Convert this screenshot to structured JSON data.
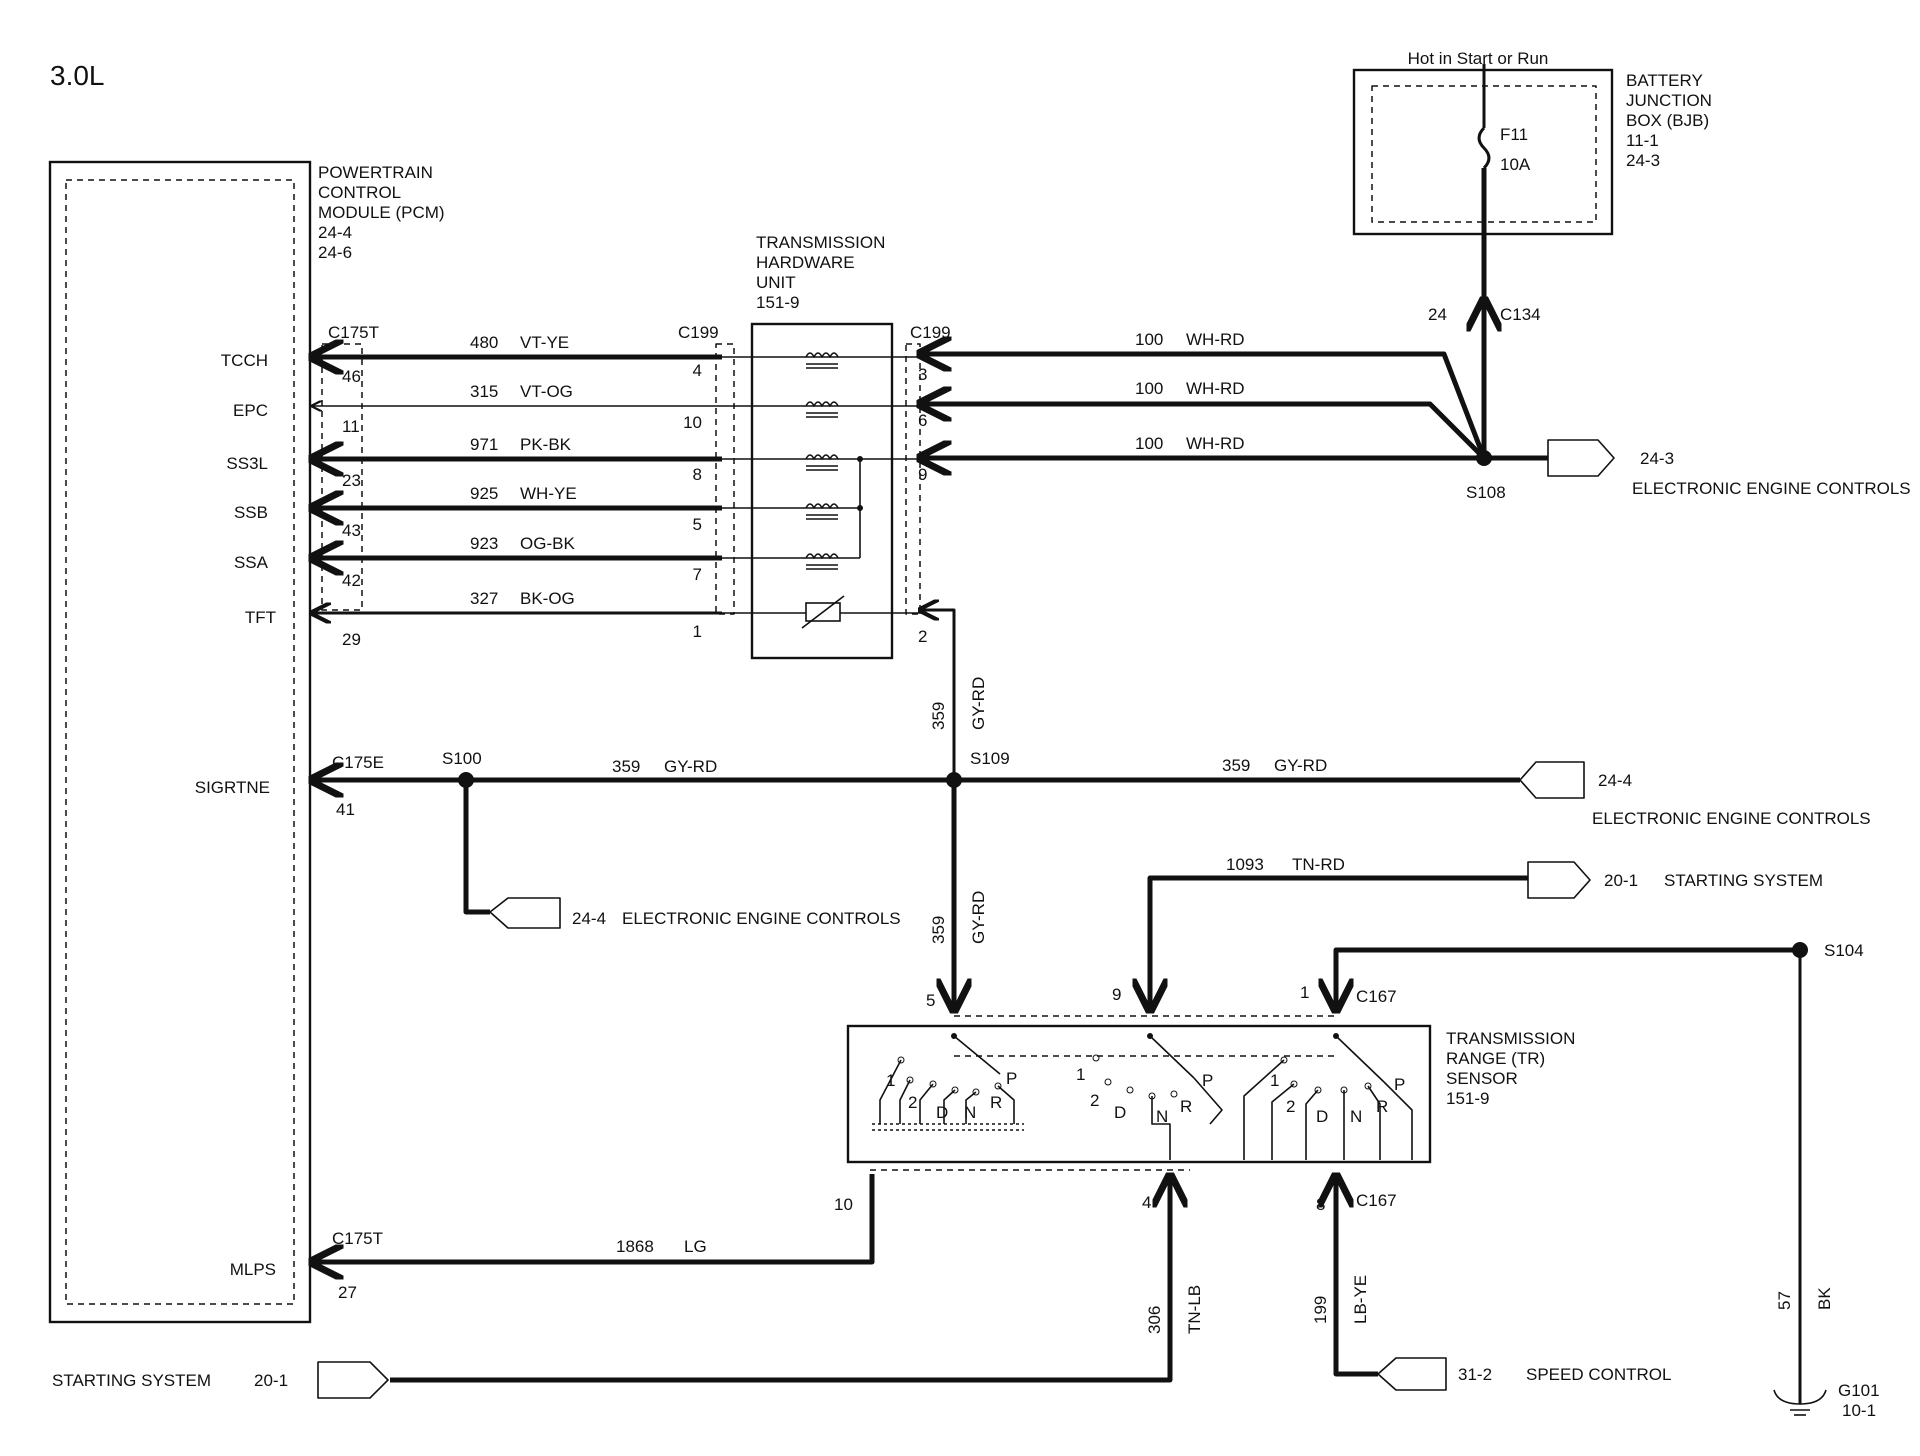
{
  "title": "3.0L",
  "pcm": {
    "lines": [
      "POWERTRAIN",
      "CONTROL",
      "MODULE (PCM)",
      "24-4",
      "24-6"
    ]
  },
  "thu": {
    "lines": [
      "TRANSMISSION",
      "HARDWARE",
      "UNIT",
      "151-9"
    ]
  },
  "bjb": {
    "header": "Hot in Start or Run",
    "lines": [
      "BATTERY",
      "JUNCTION",
      "BOX (BJB)",
      "11-1",
      "24-3"
    ],
    "fuse": "F11",
    "rating": "10A"
  },
  "tr": {
    "lines": [
      "TRANSMISSION",
      "RANGE (TR)",
      "SENSOR",
      "151-9"
    ]
  },
  "connectors": {
    "c175t": "C175T",
    "c175e": "C175E",
    "c199": "C199",
    "c134": "C134",
    "c167": "C167"
  },
  "splices": {
    "s100": "S100",
    "s104": "S104",
    "s108": "S108",
    "s109": "S109"
  },
  "ground": {
    "id": "G101",
    "ref": "10-1"
  },
  "signals": [
    {
      "name": "TCCH",
      "pin": "46",
      "circuit": "480",
      "color": "VT-YE",
      "thu_in": "4",
      "thu_out": "3"
    },
    {
      "name": "EPC",
      "pin": "11",
      "circuit": "315",
      "color": "VT-OG",
      "thu_in": "10",
      "thu_out": "6"
    },
    {
      "name": "SS3L",
      "pin": "23",
      "circuit": "971",
      "color": "PK-BK",
      "thu_in": "8",
      "thu_out": "9"
    },
    {
      "name": "SSB",
      "pin": "43",
      "circuit": "925",
      "color": "WH-YE",
      "thu_in": "5"
    },
    {
      "name": "SSA",
      "pin": "42",
      "circuit": "923",
      "color": "OG-BK",
      "thu_in": "7"
    },
    {
      "name": "TFT",
      "pin": "29",
      "circuit": "327",
      "color": "BK-OG",
      "thu_in": "1",
      "thu_out": "2"
    },
    {
      "name": "SIGRTNE",
      "pin": "41"
    },
    {
      "name": "MLPS",
      "pin": "27"
    }
  ],
  "wires": {
    "wh_rd_num": "100",
    "wh_rd_color": "WH-RD",
    "gy_rd_num": "359",
    "gy_rd_color": "GY-RD",
    "tn_rd_num": "1093",
    "tn_rd_color": "TN-RD",
    "lg_num": "1868",
    "lg_color": "LG",
    "tn_lb_num": "306",
    "tn_lb_color": "TN-LB",
    "lb_ye_num": "199",
    "lb_ye_color": "LB-YE",
    "bk_num": "57",
    "bk_color": "BK",
    "bjb_pin": "24"
  },
  "tr_pins": {
    "p5": "5",
    "p9": "9",
    "p1": "1",
    "p10": "10",
    "p4": "4",
    "p8": "8"
  },
  "positions": {
    "one": "1",
    "two": "2",
    "d": "D",
    "n": "N",
    "r": "R",
    "p": "P"
  },
  "refs": {
    "eec": "ELECTRONIC ENGINE CONTROLS",
    "starting": "STARTING SYSTEM",
    "speed": "SPEED CONTROL",
    "r243": "24-3",
    "r244": "24-4",
    "r201": "20-1",
    "r312": "31-2"
  }
}
